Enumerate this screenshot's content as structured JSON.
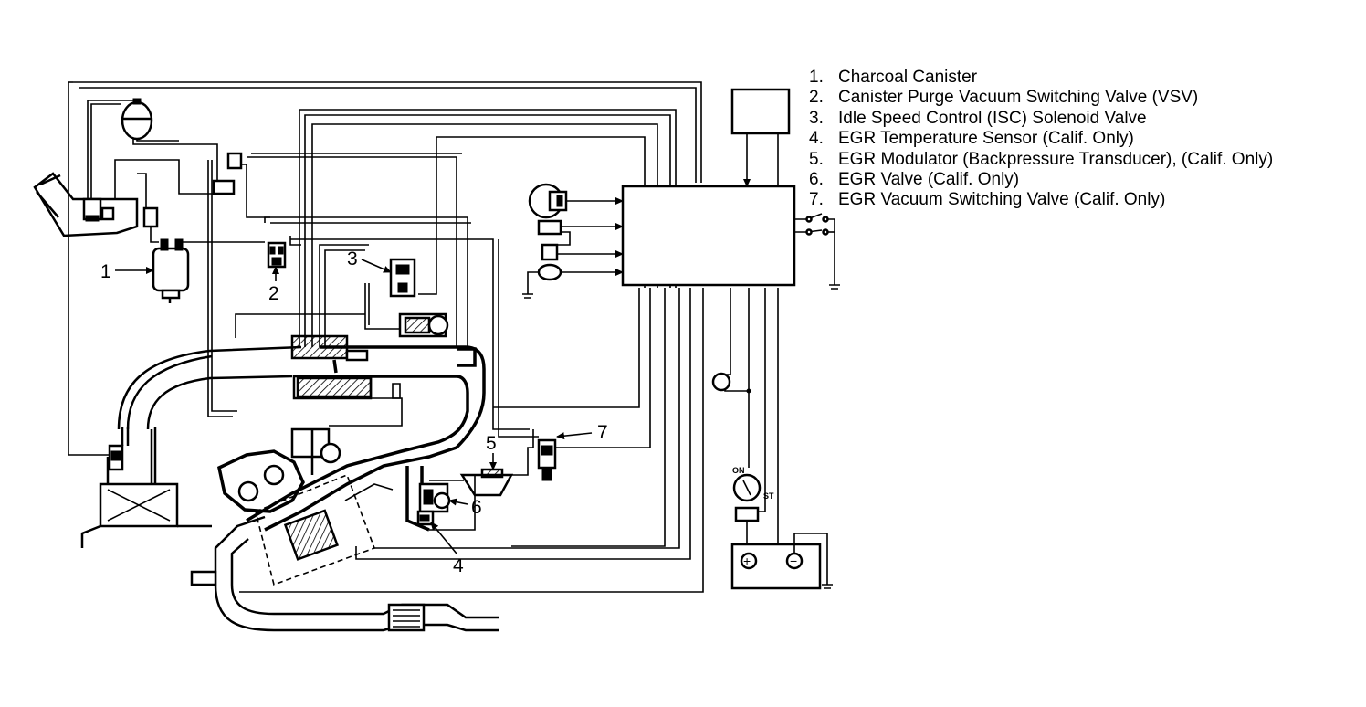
{
  "legend": [
    {
      "number": "1.",
      "label": "Charcoal Canister"
    },
    {
      "number": "2.",
      "label": "Canister Purge Vacuum Switching Valve (VSV)"
    },
    {
      "number": "3.",
      "label": "Idle Speed Control (ISC) Solenoid Valve"
    },
    {
      "number": "4.",
      "label": "EGR Temperature Sensor (Calif. Only)"
    },
    {
      "number": "5.",
      "label": "EGR Modulator (Backpressure Transducer), (Calif. Only)"
    },
    {
      "number": "6.",
      "label": "EGR Valve (Calif. Only)"
    },
    {
      "number": "7.",
      "label": "EGR Vacuum Switching Valve (Calif. Only)"
    }
  ],
  "callouts": {
    "c1": "1",
    "c2": "2",
    "c3": "3",
    "c4": "4",
    "c5": "5",
    "c6": "6",
    "c7": "7"
  },
  "switch": {
    "on": "ON",
    "st": "ST"
  },
  "battery": {
    "plus": "+",
    "minus": "−"
  }
}
